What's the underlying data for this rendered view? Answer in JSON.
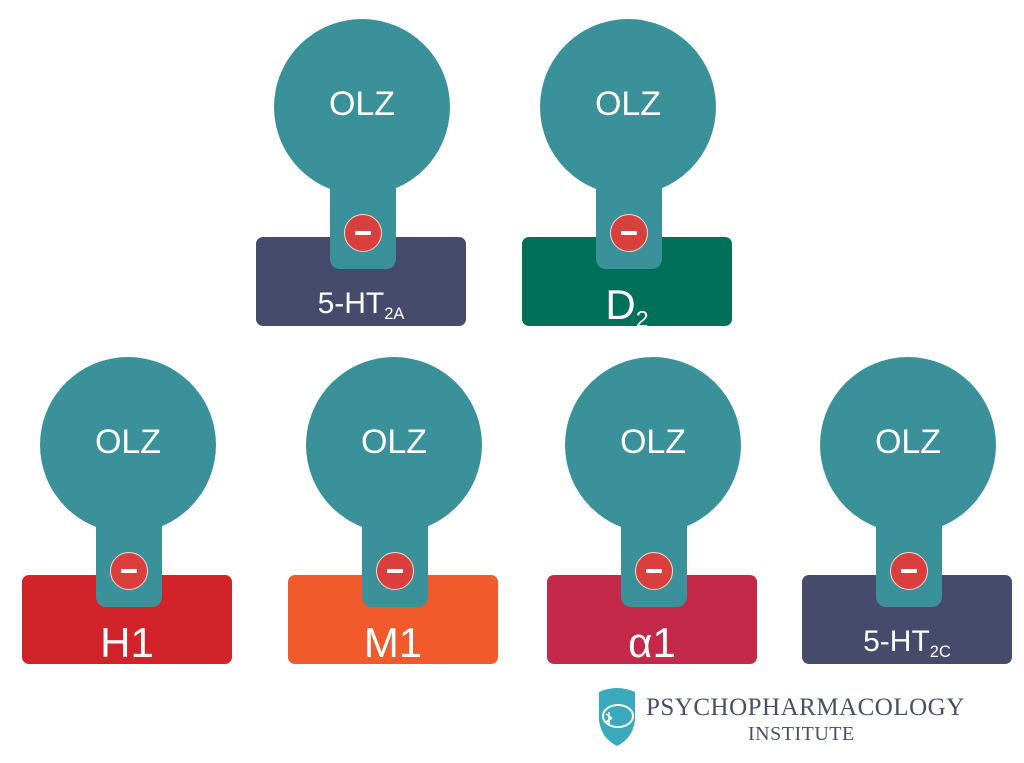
{
  "colors": {
    "drug": "#3a9199",
    "block": "#d93f3c"
  },
  "units": [
    {
      "drug": "OLZ",
      "receptor": "5-HT",
      "sub": "2A",
      "color": "#474b6b",
      "label_size": 30
    },
    {
      "drug": "OLZ",
      "receptor": "D",
      "sub": "2",
      "color": "#007058",
      "label_size": 42
    },
    {
      "drug": "OLZ",
      "receptor": "H1",
      "sub": "",
      "color": "#d2232a",
      "label_size": 42
    },
    {
      "drug": "OLZ",
      "receptor": "M1",
      "sub": "",
      "color": "#f15a2b",
      "label_size": 42
    },
    {
      "drug": "OLZ",
      "receptor": "α1",
      "sub": "",
      "color": "#c4294a",
      "label_size": 42
    },
    {
      "drug": "OLZ",
      "receptor": "5-HT",
      "sub": "2C",
      "color": "#474b6b",
      "label_size": 30
    }
  ],
  "logo": {
    "line1": "PSYCHOPHARMACOLOGY",
    "line2": "INSTITUTE"
  }
}
